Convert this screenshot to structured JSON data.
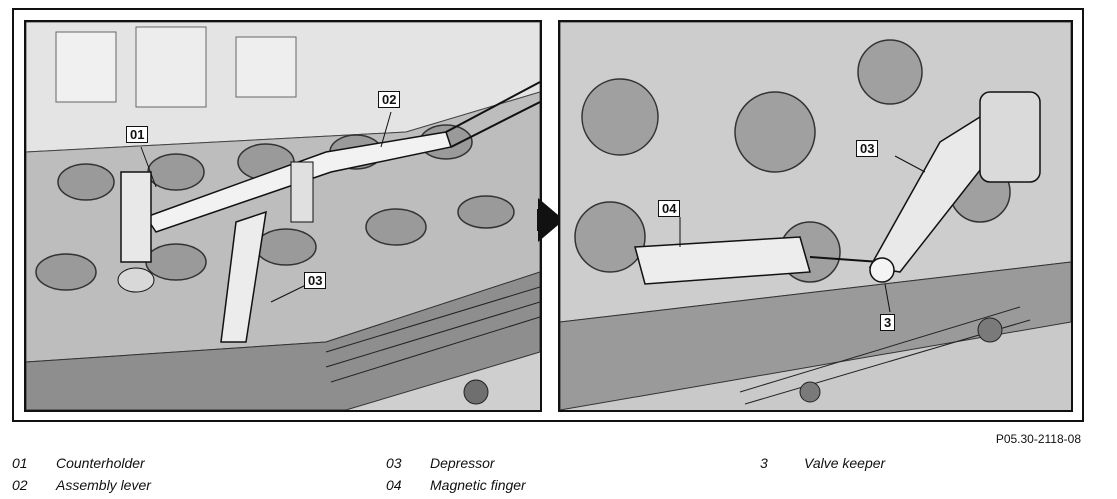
{
  "figure_ref": "P05.30-2118-08",
  "callouts": {
    "left": [
      "01",
      "02",
      "03"
    ],
    "right": [
      "04",
      "03",
      "3"
    ]
  },
  "legend": [
    [
      {
        "num": "01",
        "label": "Counterholder"
      },
      {
        "num": "02",
        "label": "Assembly lever"
      }
    ],
    [
      {
        "num": "03",
        "label": "Depressor"
      },
      {
        "num": "04",
        "label": "Magnetic finger"
      }
    ],
    [
      {
        "num": "3",
        "label": "Valve keeper"
      }
    ]
  ]
}
